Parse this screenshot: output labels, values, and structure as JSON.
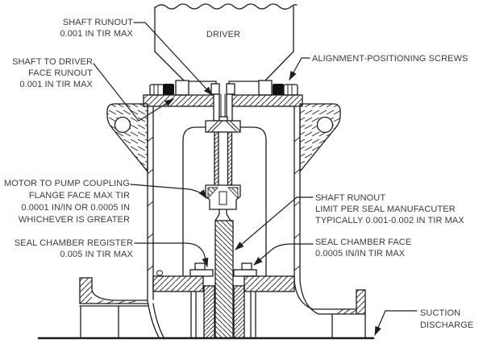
{
  "diagram": {
    "kind": "vertical-pump-driver-alignment-section",
    "labels": {
      "driver": "DRIVER",
      "shaft_runout_top": {
        "lines": [
          "SHAFT RUNOUT",
          "0.001 IN TIR MAX"
        ]
      },
      "shaft_to_driver_face_runout": {
        "lines": [
          "SHAFT TO DRIVER",
          "FACE RUNOUT",
          "0.001 IN TIR MAX"
        ]
      },
      "alignment_positioning_screws": {
        "lines": [
          "ALIGNMENT-POSITIONING SCREWS"
        ]
      },
      "motor_to_pump_coupling": {
        "lines": [
          "MOTOR TO PUMP COUPLING",
          "FLANGE FACE MAX TIR",
          "0.0001 IN/IN OR 0.0005 IN",
          "WHICHEVER IS GREATER"
        ]
      },
      "seal_chamber_register": {
        "lines": [
          "SEAL CHAMBER REGISTER",
          "0.005 IN TIR MAX"
        ]
      },
      "shaft_runout_seal": {
        "lines": [
          "SHAFT RUNOUT",
          "LIMIT PER SEAL MANUFACUTER",
          "TYPICALLY 0.001-0.002 IN TIR MAX"
        ]
      },
      "seal_chamber_face": {
        "lines": [
          "SEAL CHAMBER FACE",
          "0.0005 IN/IN TIR MAX"
        ]
      },
      "suction_discharge": {
        "lines": [
          "SUCTION",
          "DISCHARGE"
        ]
      }
    },
    "colors": {
      "line": "#1d1d1d",
      "text": "#3a3a3a",
      "background": "#ffffff"
    }
  }
}
